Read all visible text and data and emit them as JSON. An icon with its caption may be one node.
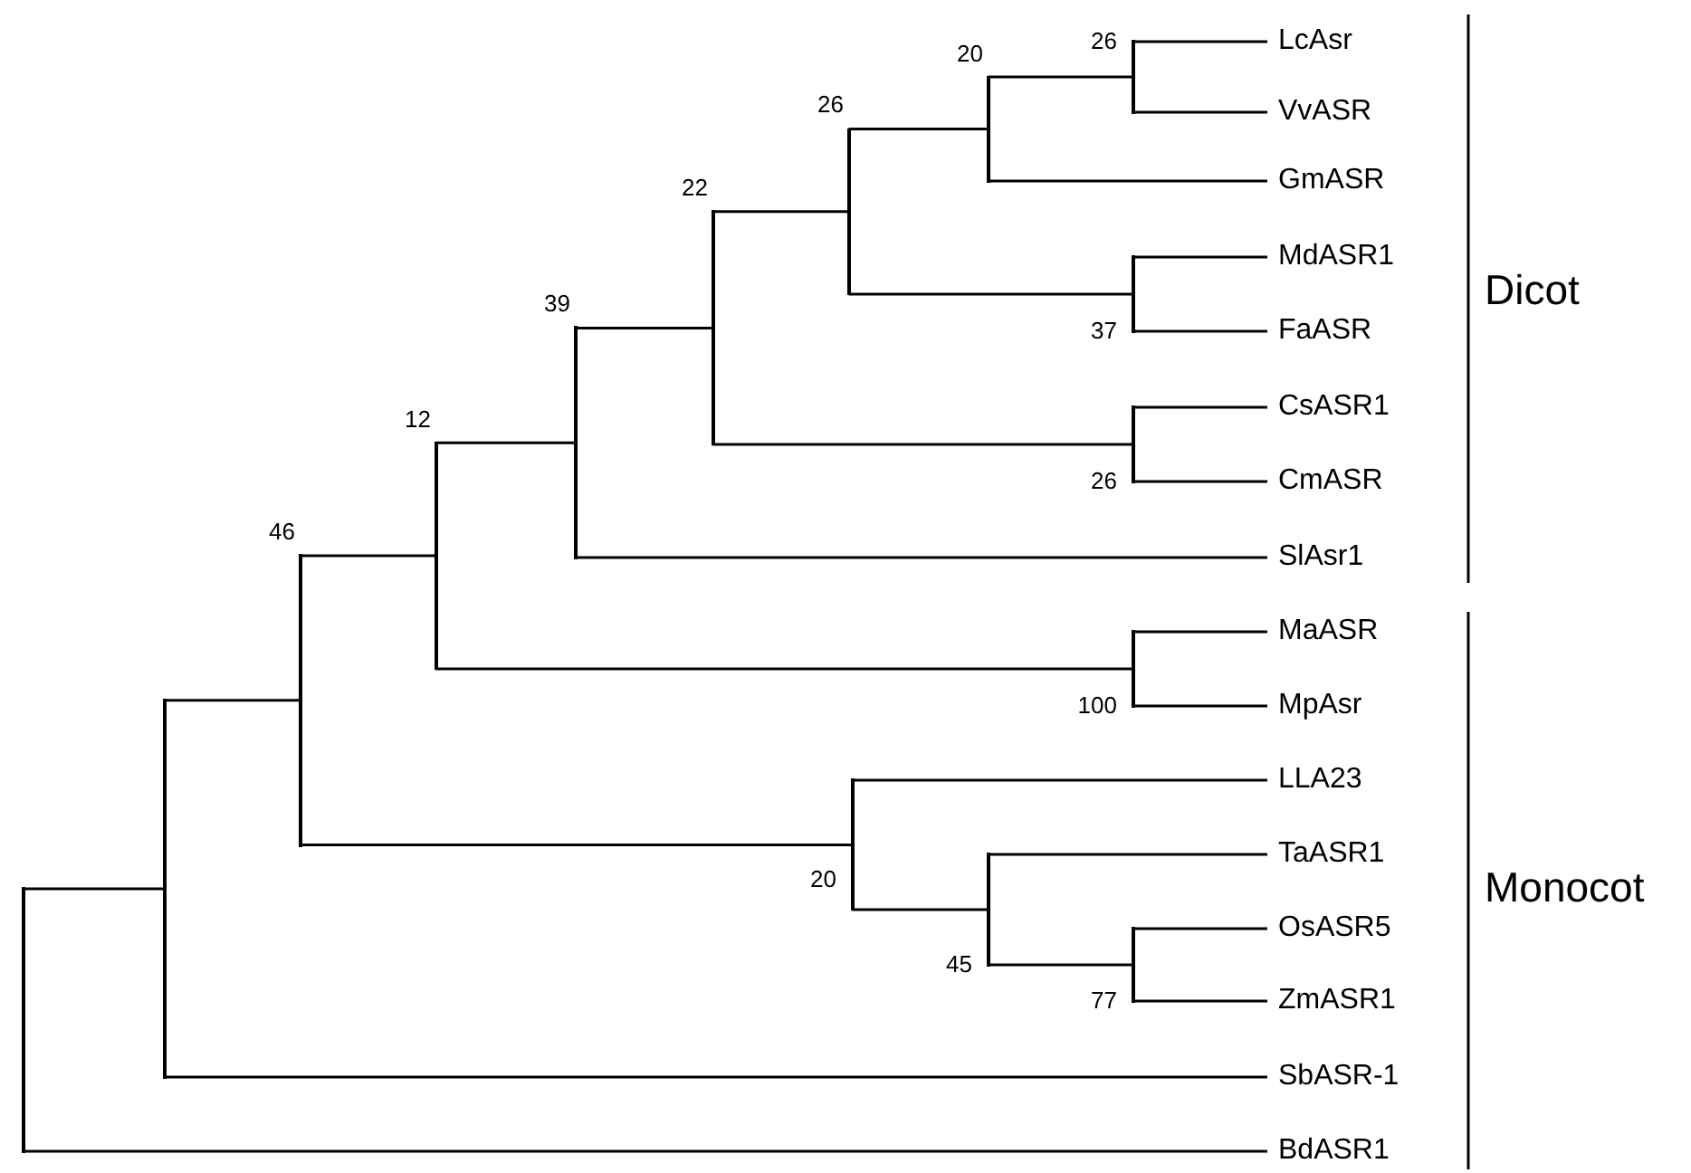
{
  "diagram": {
    "nodes": [
      {
        "text": [
          "LcAsr"
        ]
      },
      {
        "text": [
          "VvASR"
        ]
      },
      {
        "text": [
          "GmASR"
        ]
      },
      {
        "text": [
          "MdASR1"
        ]
      },
      {
        "text": [
          "FaASR"
        ]
      },
      {
        "text": [
          "CsASR1"
        ]
      },
      {
        "text": [
          "CmASR"
        ]
      },
      {
        "text": [
          "SlAsr1"
        ]
      },
      {
        "text": [
          "MaASR"
        ]
      },
      {
        "text": [
          "MpAsr"
        ]
      },
      {
        "text": [
          "LLA23"
        ]
      },
      {
        "text": [
          "TaASR1"
        ]
      },
      {
        "text": [
          "OsASR5"
        ]
      },
      {
        "text": [
          "ZmASR1"
        ]
      },
      {
        "text": [
          "SbASR-1"
        ]
      },
      {
        "text": [
          "BdASR1"
        ]
      },
      {
        "text": [],
        "shape": "bar",
        "beside": [
          "26"
        ]
      },
      {
        "text": [],
        "shape": "bar",
        "beside": [
          "20"
        ]
      },
      {
        "text": [],
        "shape": "bar",
        "beside": [
          "37"
        ]
      },
      {
        "text": [],
        "shape": "bar",
        "beside": [
          "26"
        ]
      },
      {
        "text": [],
        "shape": "bar",
        "beside": [
          "26"
        ]
      },
      {
        "text": [],
        "shape": "bar",
        "beside": [
          "22"
        ]
      },
      {
        "text": [],
        "shape": "bar",
        "beside": [
          "39"
        ]
      },
      {
        "text": [],
        "shape": "bar",
        "beside": [
          "100"
        ]
      },
      {
        "text": [],
        "shape": "bar",
        "beside": [
          "12"
        ]
      },
      {
        "text": [],
        "shape": "bar",
        "beside": [
          "77"
        ]
      },
      {
        "text": [],
        "shape": "bar",
        "beside": [
          "45"
        ]
      },
      {
        "text": [],
        "shape": "bar",
        "beside": [
          "20"
        ]
      },
      {
        "text": [],
        "shape": "bar",
        "beside": [
          "46"
        ]
      },
      {
        "text": [],
        "shape": "bar"
      },
      {
        "text": [],
        "shape": "bar"
      }
    ],
    "edges": [
      {
        "from": 16,
        "to": 0,
        "arrow": "none"
      },
      {
        "from": 16,
        "to": 1,
        "arrow": "none"
      },
      {
        "from": 17,
        "to": 16,
        "arrow": "none"
      },
      {
        "from": 17,
        "to": 2,
        "arrow": "none"
      },
      {
        "from": 18,
        "to": 3,
        "arrow": "none"
      },
      {
        "from": 18,
        "to": 4,
        "arrow": "none"
      },
      {
        "from": 19,
        "to": 17,
        "arrow": "none"
      },
      {
        "from": 19,
        "to": 18,
        "arrow": "none"
      },
      {
        "from": 20,
        "to": 5,
        "arrow": "none"
      },
      {
        "from": 20,
        "to": 6,
        "arrow": "none"
      },
      {
        "from": 21,
        "to": 19,
        "arrow": "none"
      },
      {
        "from": 21,
        "to": 20,
        "arrow": "none"
      },
      {
        "from": 22,
        "to": 21,
        "arrow": "none"
      },
      {
        "from": 22,
        "to": 7,
        "arrow": "none"
      },
      {
        "from": 23,
        "to": 8,
        "arrow": "none"
      },
      {
        "from": 23,
        "to": 9,
        "arrow": "none"
      },
      {
        "from": 24,
        "to": 22,
        "arrow": "none"
      },
      {
        "from": 24,
        "to": 23,
        "arrow": "none"
      },
      {
        "from": 25,
        "to": 12,
        "arrow": "none"
      },
      {
        "from": 25,
        "to": 13,
        "arrow": "none"
      },
      {
        "from": 26,
        "to": 11,
        "arrow": "none"
      },
      {
        "from": 26,
        "to": 25,
        "arrow": "none"
      },
      {
        "from": 27,
        "to": 10,
        "arrow": "none"
      },
      {
        "from": 27,
        "to": 26,
        "arrow": "none"
      },
      {
        "from": 28,
        "to": 24,
        "arrow": "none"
      },
      {
        "from": 28,
        "to": 27,
        "arrow": "none"
      },
      {
        "from": 30,
        "to": 28,
        "arrow": "none"
      },
      {
        "from": 30,
        "to": 14,
        "arrow": "none"
      },
      {
        "from": 29,
        "to": 30,
        "arrow": "none"
      },
      {
        "from": 29,
        "to": 15,
        "arrow": "none"
      }
    ],
    "labels": [
      "Dicot",
      "Monocot"
    ]
  }
}
